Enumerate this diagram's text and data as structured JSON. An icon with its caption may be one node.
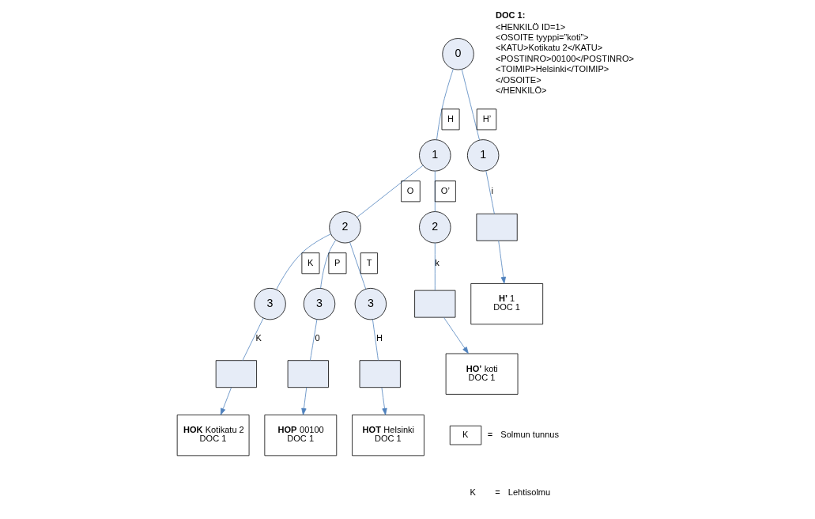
{
  "diagram": {
    "nodes": [
      {
        "text": [
          "0"
        ]
      },
      {
        "text": [
          "1"
        ]
      },
      {
        "text": [
          "1"
        ]
      },
      {
        "text": [
          "2"
        ]
      },
      {
        "text": [
          "2"
        ]
      },
      {
        "text": [],
        "shape": "box"
      },
      {
        "text": [
          "**H’** 1",
          "DOC 1"
        ]
      },
      {
        "text": [],
        "shape": "box"
      },
      {
        "text": [
          "**HO’** koti",
          "DOC 1"
        ]
      },
      {
        "text": [
          "3"
        ]
      },
      {
        "text": [
          "3"
        ]
      },
      {
        "text": [
          "3"
        ]
      },
      {
        "text": [],
        "shape": "box"
      },
      {
        "text": [],
        "shape": "box"
      },
      {
        "text": [],
        "shape": "box"
      },
      {
        "text": [
          "**HOK** Kotikatu 2",
          "DOC 1"
        ]
      },
      {
        "text": [
          "**HOP** 00100",
          "DOC 1"
        ]
      },
      {
        "text": [
          "**HOT** Helsinki",
          "DOC 1"
        ]
      }
    ],
    "edges": [
      {
        "from": 0,
        "to": 1,
        "arrow": "none",
        "label": "H"
      },
      {
        "from": 0,
        "to": 2,
        "arrow": "none",
        "label": "H’"
      },
      {
        "from": 1,
        "to": 3,
        "arrow": "none",
        "label": "O"
      },
      {
        "from": 1,
        "to": 4,
        "arrow": "none",
        "label": "O’"
      },
      {
        "from": 2,
        "to": 5,
        "arrow": "none",
        "label": "i"
      },
      {
        "from": 5,
        "to": 6,
        "arrow": "to"
      },
      {
        "from": 4,
        "to": 7,
        "arrow": "none",
        "label": "k"
      },
      {
        "from": 7,
        "to": 8,
        "arrow": "to"
      },
      {
        "from": 3,
        "to": 9,
        "arrow": "none",
        "label": "K"
      },
      {
        "from": 3,
        "to": 10,
        "arrow": "none",
        "label": "P"
      },
      {
        "from": 3,
        "to": 11,
        "arrow": "none",
        "label": "T"
      },
      {
        "from": 9,
        "to": 12,
        "arrow": "none",
        "label": "K"
      },
      {
        "from": 10,
        "to": 13,
        "arrow": "none",
        "label": "0"
      },
      {
        "from": 11,
        "to": 14,
        "arrow": "none",
        "label": "H"
      },
      {
        "from": 12,
        "to": 15,
        "arrow": "to"
      },
      {
        "from": 13,
        "to": 16,
        "arrow": "to"
      },
      {
        "from": 14,
        "to": 17,
        "arrow": "to"
      }
    ],
    "labels": [
      "DOC 1:",
      "<HENKILÖ ID=1>",
      "<OSOITE tyyppi=”koti”>",
      "<KATU>Kotikatu 2</KATU>",
      "<POSTINRO>00100</POSTINRO>",
      "<TOIMIP>Helsinki</TOIMIP>",
      "</OSOITE>",
      "</HENKILÖ>",
      "K",
      "=",
      "K",
      "="
    ],
    "legend": [
      {
        "text": "Solmun tunnus"
      },
      {
        "text": "Lehtisolmu"
      }
    ]
  }
}
